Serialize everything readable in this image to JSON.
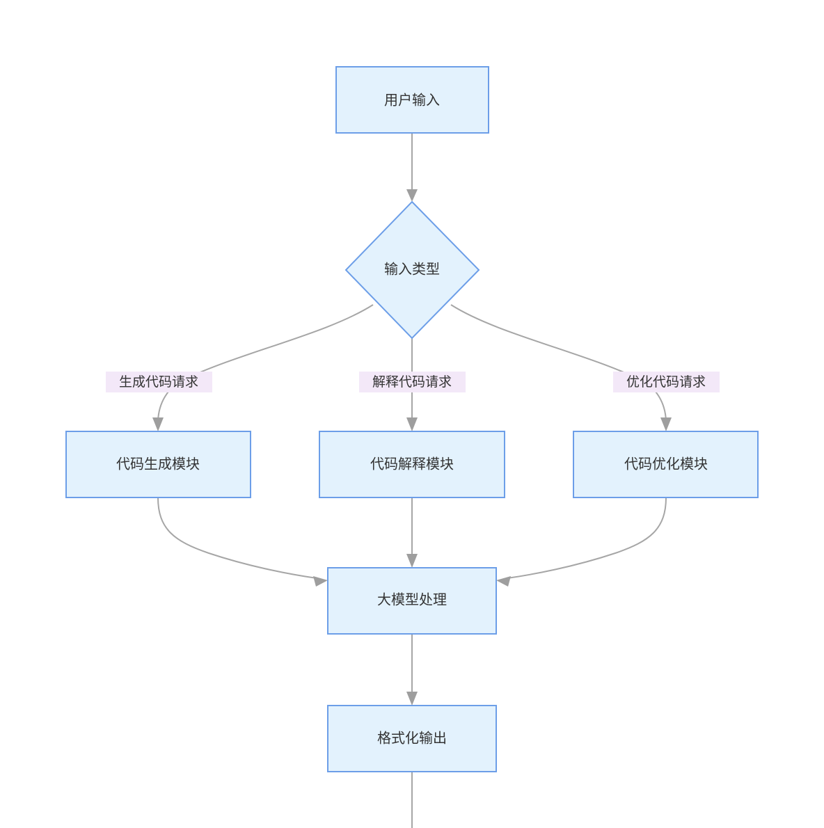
{
  "diagram": {
    "type": "flowchart",
    "direction": "top-down",
    "background_color": "#ffffff",
    "node_fill_color": "#e3f2fd",
    "node_border_color": "#6c9ee8",
    "edge_color": "#a6a6a6",
    "edge_label_bg_color": "#f3e8f8",
    "text_color": "#333333",
    "nodes": [
      {
        "id": "input",
        "label": "用户输入",
        "shape": "rect"
      },
      {
        "id": "type",
        "label": "输入类型",
        "shape": "diamond"
      },
      {
        "id": "genmod",
        "label": "代码生成模块",
        "shape": "rect"
      },
      {
        "id": "expmod",
        "label": "代码解释模块",
        "shape": "rect"
      },
      {
        "id": "optmod",
        "label": "代码优化模块",
        "shape": "rect"
      },
      {
        "id": "llm",
        "label": "大模型处理",
        "shape": "rect"
      },
      {
        "id": "output",
        "label": "格式化输出",
        "shape": "rect"
      }
    ],
    "edges": [
      {
        "from": "input",
        "to": "type",
        "label": ""
      },
      {
        "from": "type",
        "to": "genmod",
        "label": "生成代码请求"
      },
      {
        "from": "type",
        "to": "expmod",
        "label": "解释代码请求"
      },
      {
        "from": "type",
        "to": "optmod",
        "label": "优化代码请求"
      },
      {
        "from": "genmod",
        "to": "llm",
        "label": ""
      },
      {
        "from": "expmod",
        "to": "llm",
        "label": ""
      },
      {
        "from": "optmod",
        "to": "llm",
        "label": ""
      },
      {
        "from": "llm",
        "to": "output",
        "label": ""
      },
      {
        "from": "output",
        "to": "",
        "label": ""
      }
    ]
  }
}
